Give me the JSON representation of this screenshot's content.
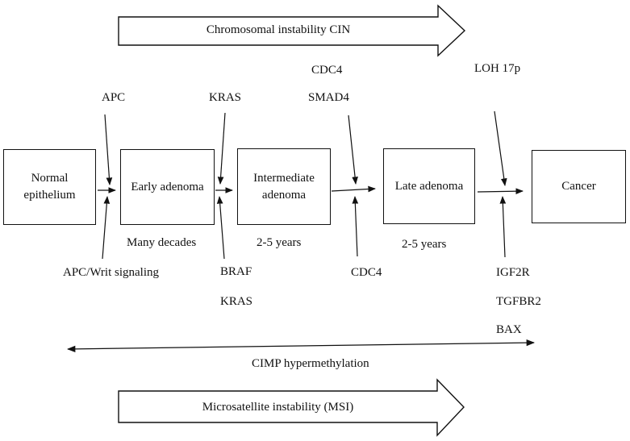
{
  "figure": {
    "stages": [
      {
        "label": "Normal epithelium"
      },
      {
        "label": "Early adenoma"
      },
      {
        "label": "Intermediate adenoma"
      },
      {
        "label": "Late adenoma"
      },
      {
        "label": "Cancer"
      }
    ],
    "top_arrow_label": "Chromosomal instability CIN",
    "bottom_arrow_label": "Microsatellite instability (MSI)",
    "cimp_arrow_label": "CIMP hypermethylation",
    "genes_above": {
      "apc": "APC",
      "kras": "KRAS",
      "cdc4": "CDC4",
      "smad4": "SMAD4",
      "loh_17p": "LOH 17p"
    },
    "genes_below": {
      "apc_writ": "APC/Writ signaling",
      "braf": "BRAF",
      "kras": "KRAS",
      "cdc4": "CDC4",
      "igf2r": "IGF2R",
      "tgfbr2": "TGFBR2",
      "bax": "BAX"
    },
    "durations": {
      "normal_to_early": "Many decades",
      "early_to_intermediate": "2-5 years",
      "intermediate_to_late": "2-5 years"
    }
  }
}
